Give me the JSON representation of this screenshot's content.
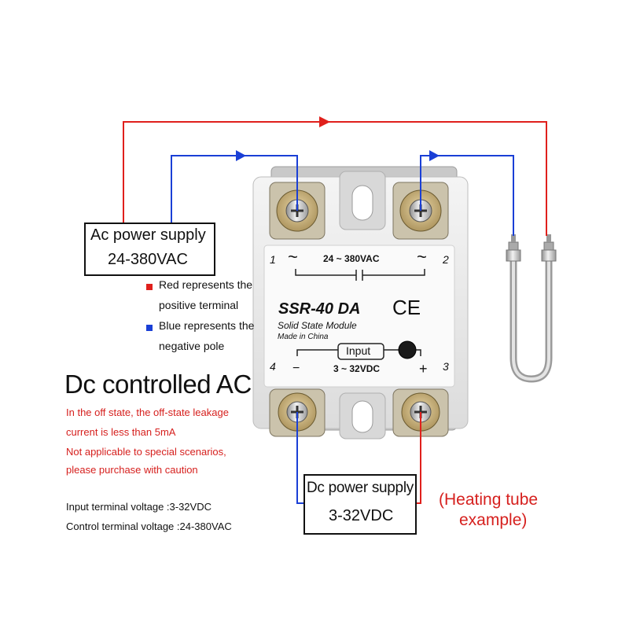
{
  "ac_supply": {
    "line1": "Ac power supply",
    "line2": "24-380VAC"
  },
  "dc_supply": {
    "line1": "Dc power supply",
    "line2": "3-32VDC"
  },
  "heating_note": {
    "line1": "(Heating tube",
    "line2": "example)"
  },
  "legend": {
    "red_line1": "Red represents the",
    "red_line2": "positive terminal",
    "blue_line1": "Blue represents the",
    "blue_line2": "negative pole",
    "red_color": "#e0201c",
    "blue_color": "#1a3fd6"
  },
  "headline": "Dc controlled AC",
  "warnings": [
    "In the off state, the off-state leakage",
    "current is less than 5mA",
    "Not applicable to special scenarios,",
    "please purchase with caution"
  ],
  "specs": [
    "Input terminal voltage :3-32VDC",
    "Control terminal voltage :24-380VAC"
  ],
  "relay": {
    "term1": "1",
    "term2": "2",
    "term3": "3",
    "term4": "4",
    "tilde_left": "~",
    "tilde_right": "~",
    "ac_range": "24 ~ 380VAC",
    "model": "SSR-40 DA",
    "ce": "CE",
    "subtitle": "Solid State Module",
    "origin": "Made in China",
    "input_label": "Input",
    "minus": "−",
    "plus": "+",
    "dc_range": "3 ~ 32VDC"
  }
}
